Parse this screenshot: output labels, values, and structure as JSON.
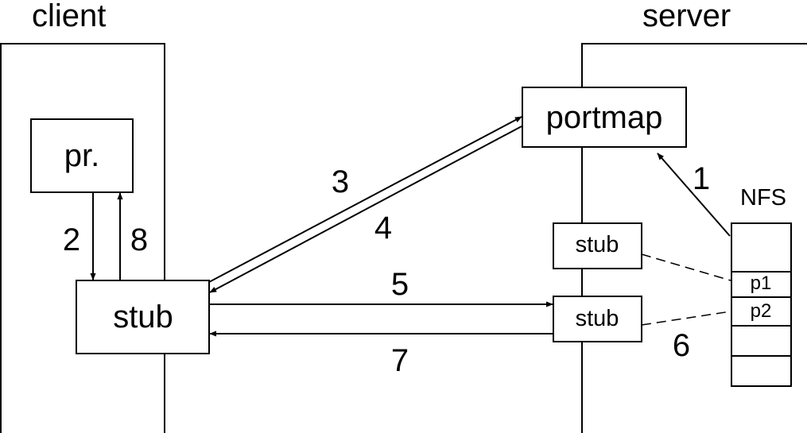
{
  "titles": {
    "client": "client",
    "server": "server"
  },
  "client_boxes": {
    "program": "pr.",
    "stub": "stub"
  },
  "server_boxes": {
    "portmap": "portmap",
    "stub_upper": "stub",
    "stub_lower": "stub"
  },
  "nfs": {
    "label": "NFS",
    "slots": [
      "",
      "p1",
      "p2",
      "",
      ""
    ]
  },
  "steps": {
    "s1": "1",
    "s2": "2",
    "s3": "3",
    "s4": "4",
    "s5": "5",
    "s6": "6",
    "s7": "7",
    "s8": "8"
  },
  "colors": {
    "stroke": "#000000",
    "background": "#ffffff"
  }
}
